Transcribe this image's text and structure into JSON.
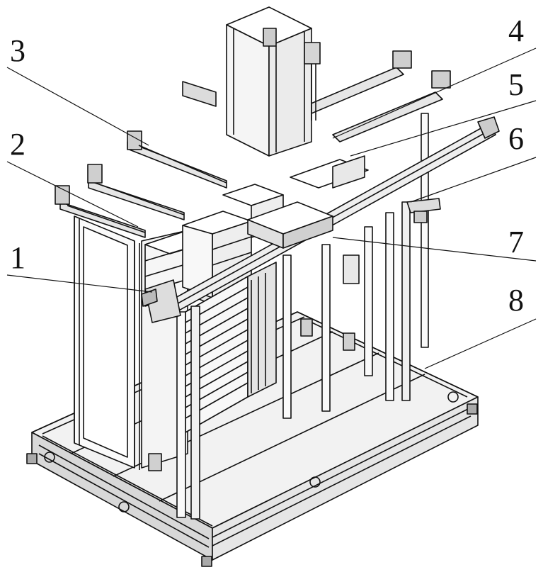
{
  "figure": {
    "description_labels": [
      "1",
      "2",
      "3",
      "4",
      "5",
      "6",
      "7",
      "8"
    ],
    "line_color": "#111111",
    "fill_light": "#f2f2f2",
    "fill_mid": "#d8d8d8"
  },
  "callouts": [
    {
      "id": "1",
      "text": "1"
    },
    {
      "id": "2",
      "text": "2"
    },
    {
      "id": "3",
      "text": "3"
    },
    {
      "id": "4",
      "text": "4"
    },
    {
      "id": "5",
      "text": "5"
    },
    {
      "id": "6",
      "text": "6"
    },
    {
      "id": "7",
      "text": "7"
    },
    {
      "id": "8",
      "text": "8"
    }
  ]
}
